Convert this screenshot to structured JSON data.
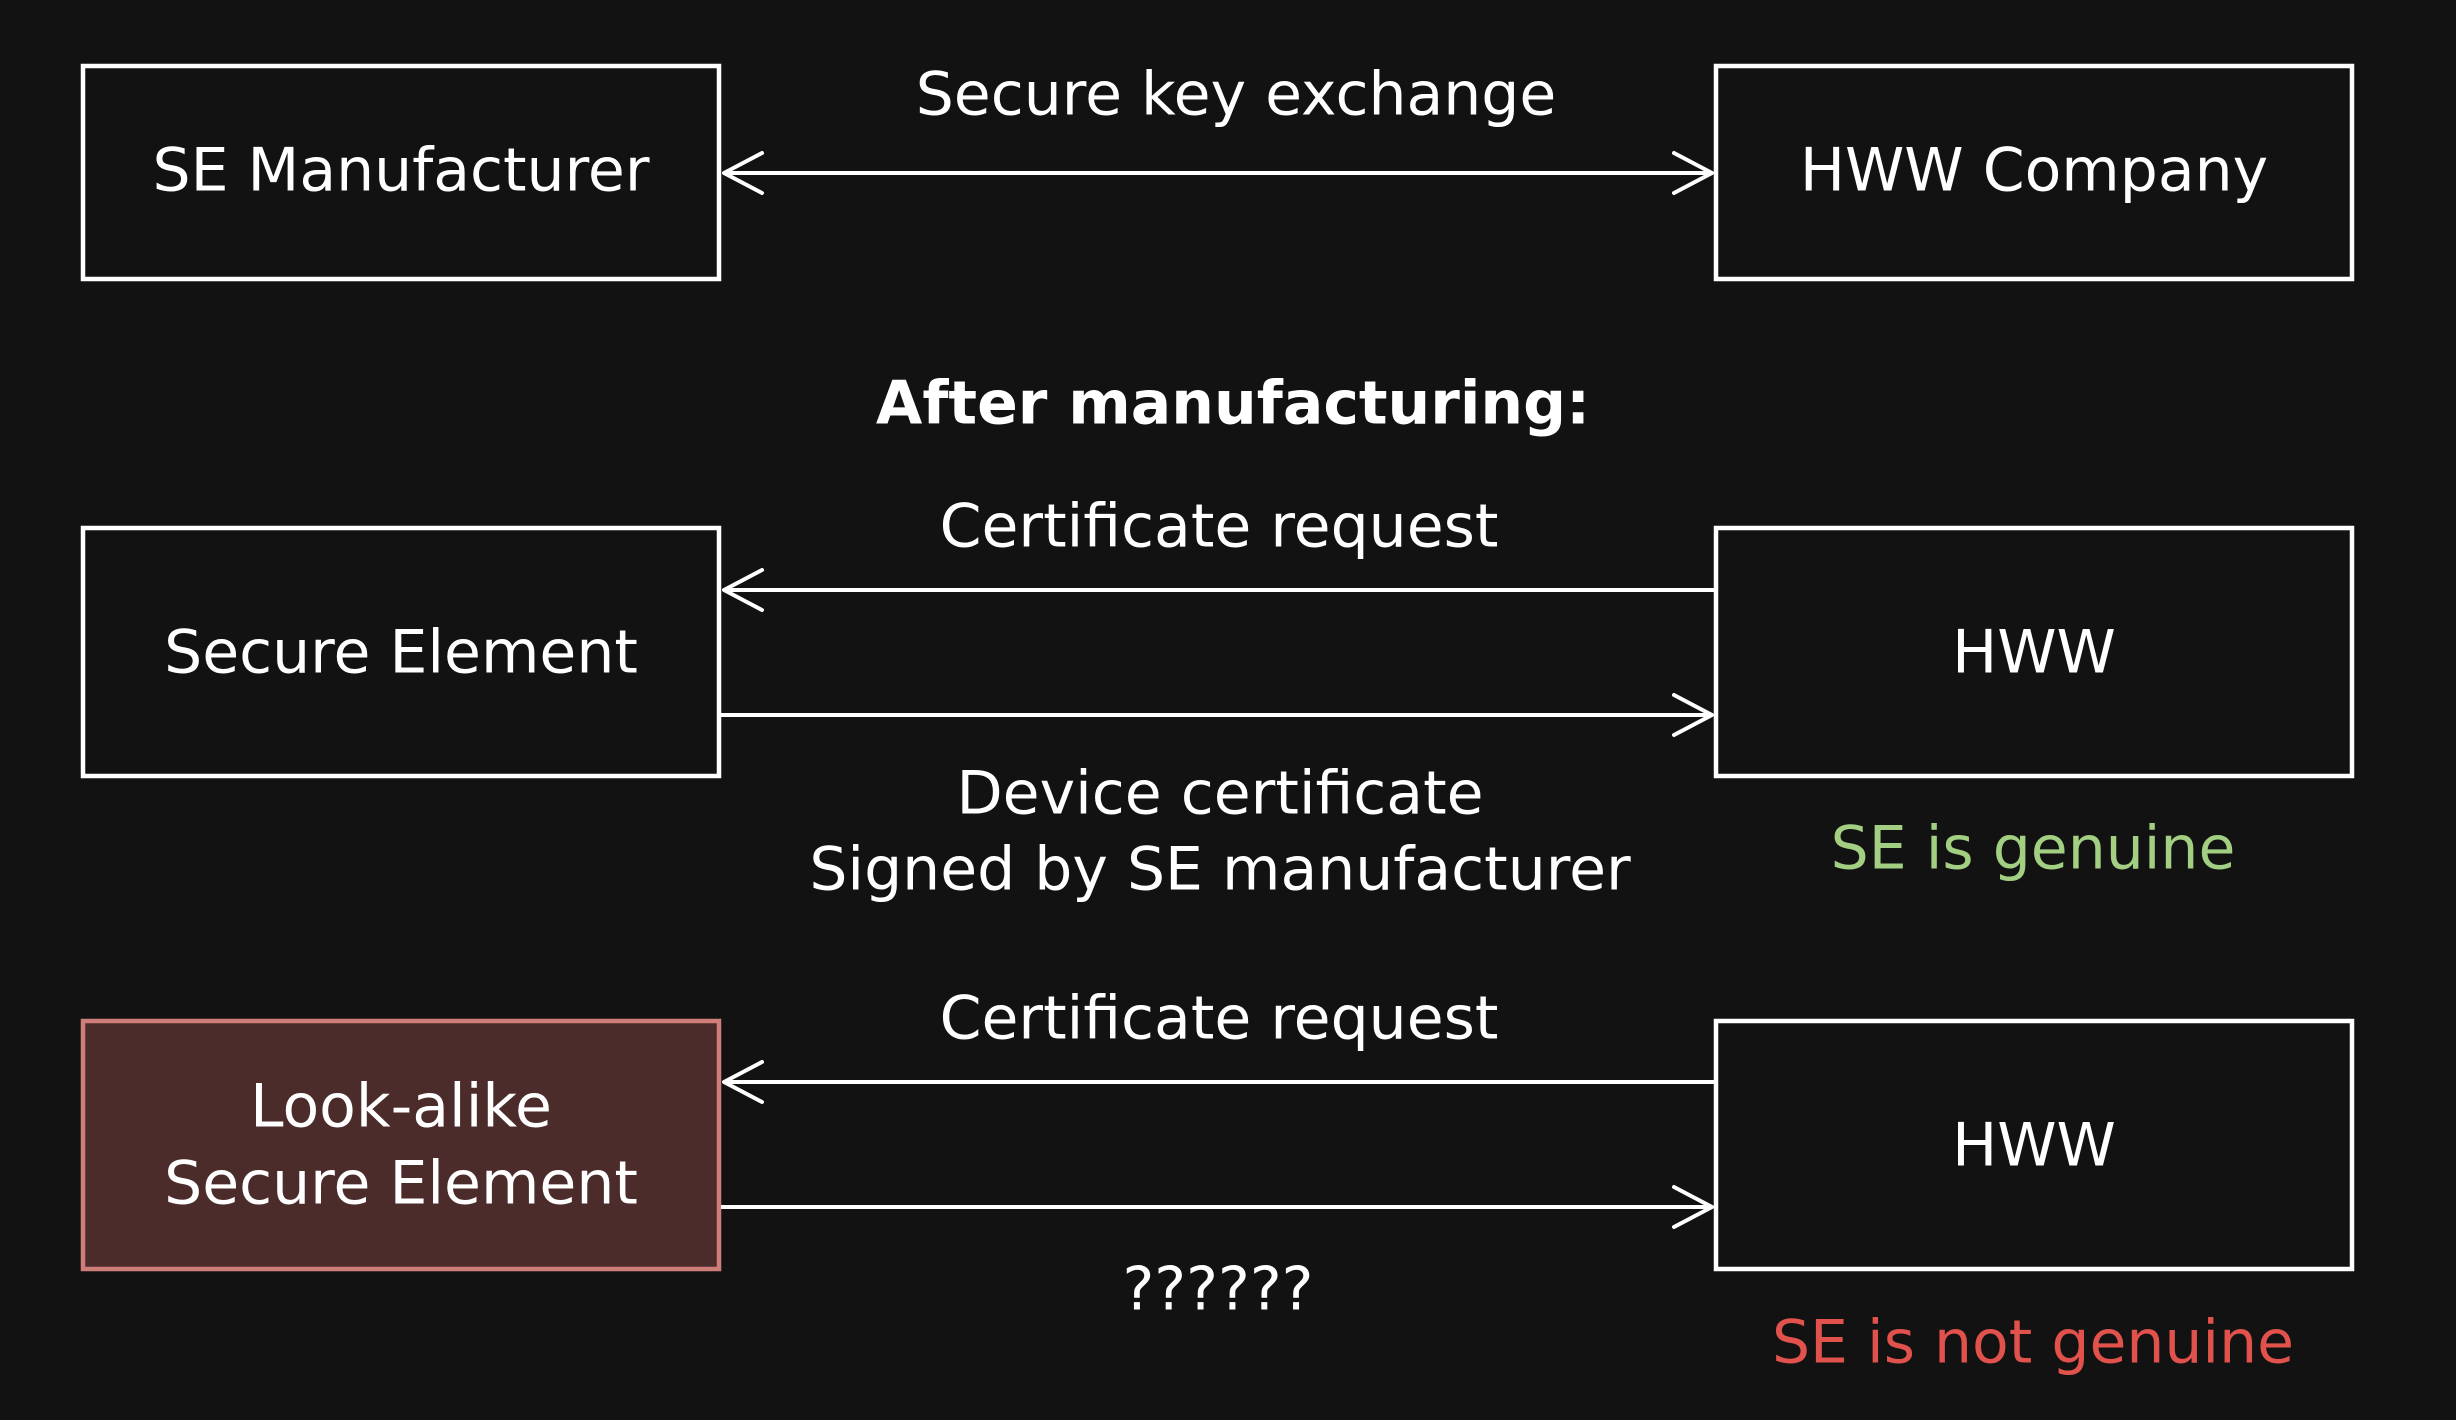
{
  "colors": {
    "background": "#121212",
    "foreground": "#ffffff",
    "alert_fill": "#4b2c2b",
    "alert_stroke": "#cf7d78",
    "genuine": "#a2cf82",
    "not_genuine": "#e0524b"
  },
  "row1": {
    "left_box": "SE Manufacturer",
    "right_box": "HWW Company",
    "arrow_label": "Secure key exchange"
  },
  "section_heading": "After manufacturing:",
  "row2": {
    "left_box": "Secure Element",
    "right_box": "HWW",
    "request_label": "Certificate request",
    "response_label_line1": "Device certificate",
    "response_label_line2": "Signed by SE manufacturer",
    "status": "SE is genuine"
  },
  "row3": {
    "left_box_line1": "Look-alike",
    "left_box_line2": "Secure Element",
    "right_box": "HWW",
    "request_label": "Certificate request",
    "response_label": "??????",
    "status": "SE is not genuine"
  }
}
